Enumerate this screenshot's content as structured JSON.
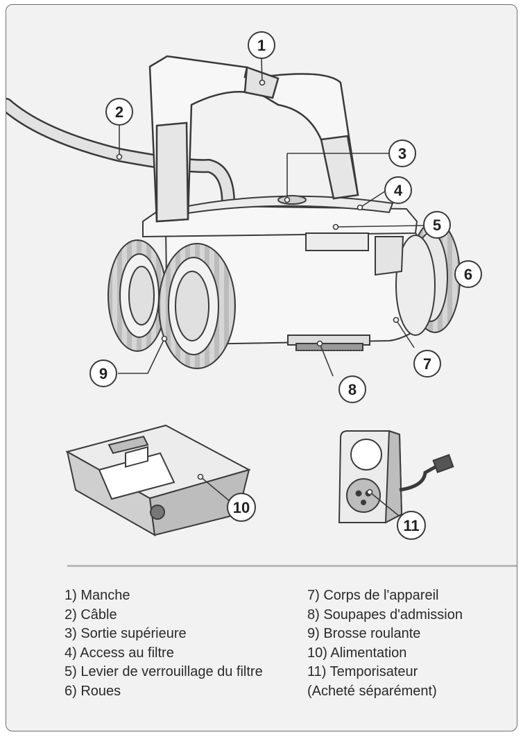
{
  "callouts": [
    "1",
    "2",
    "3",
    "4",
    "5",
    "6",
    "7",
    "8",
    "9",
    "10",
    "11"
  ],
  "legend": {
    "left": [
      "1) Manche",
      "2) Câble",
      "3) Sortie supérieure",
      "4) Access au filtre",
      "5) Levier de verrouillage du filtre",
      "6) Roues"
    ],
    "right": [
      "7) Corps de l'appareil",
      "8) Soupapes d'admission",
      "9) Brosse roulante",
      "10) Alimentation",
      "11) Temporisateur",
      "(Acheté séparément)"
    ]
  },
  "colors": {
    "background": "#f2f2f2",
    "outline": "#3a3a3a",
    "body_fill": "#f7f7f7",
    "shade": "#b9b9b9",
    "divider": "#b9b9b9"
  }
}
